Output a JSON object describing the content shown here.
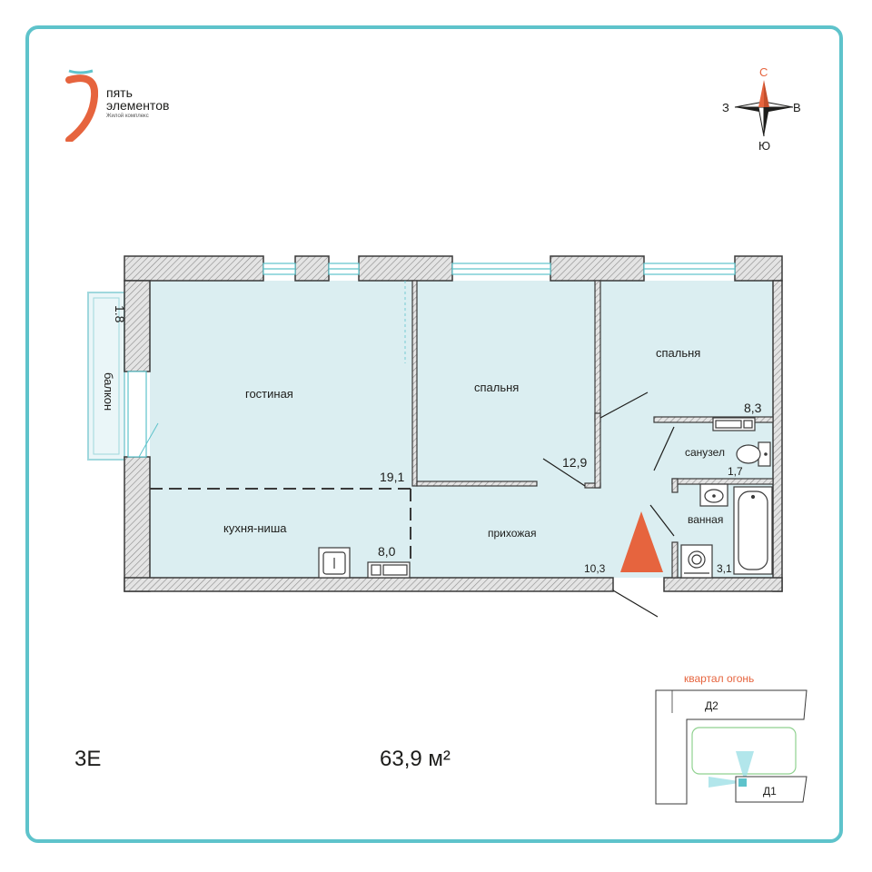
{
  "brand": {
    "name_line1": "пять",
    "name_line2": "элементов",
    "tagline": "Жилой комплекс"
  },
  "compass": {
    "north": "С",
    "south": "Ю",
    "west": "З",
    "east": "В",
    "north_color": "#e6643e"
  },
  "rooms": {
    "living": {
      "name": "гостиная",
      "area": "19,1"
    },
    "bedroom1": {
      "name": "спальня",
      "area": "12,9"
    },
    "bedroom2": {
      "name": "спальня",
      "area": "8,3"
    },
    "kitchen": {
      "name": "кухня-ниша",
      "area": "8,0"
    },
    "hall": {
      "name": "прихожая",
      "area": "10,3"
    },
    "wc": {
      "name": "санузел",
      "area": "1,7"
    },
    "bath": {
      "name": "ванная",
      "area": "3,1"
    },
    "balcony": {
      "name": "балкон",
      "area": "1.8"
    }
  },
  "apartment": {
    "code": "3Е",
    "total_area": "63,9 м²"
  },
  "site": {
    "title": "квартал огонь",
    "block1": "Д2",
    "block2": "Д1"
  },
  "colors": {
    "accent": "#5ec3cb",
    "orange": "#e6643e",
    "floor": "#dbeef1",
    "wall": "#8a8a8a"
  }
}
